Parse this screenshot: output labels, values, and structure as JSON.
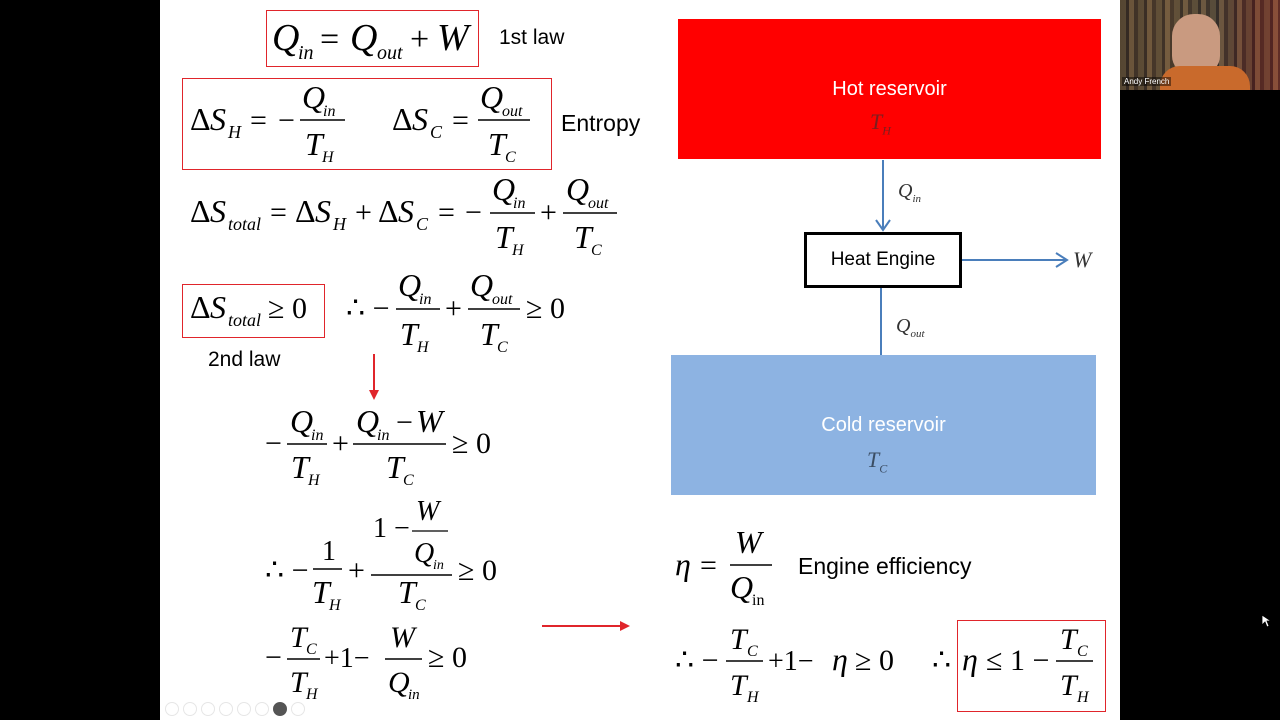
{
  "slide": {
    "first_law_label": "1st law",
    "second_law_label": "2nd law",
    "entropy_label": "Entropy",
    "efficiency_label": "Engine efficiency"
  },
  "diagram": {
    "hot_title": "Hot reservoir",
    "hot_temp": "T",
    "hot_temp_sub": "H",
    "cold_title": "Cold reservoir",
    "cold_temp": "T",
    "cold_temp_sub": "C",
    "engine_label": "Heat Engine",
    "q_in": "Q",
    "q_in_sub": "in",
    "q_out": "Q",
    "q_out_sub": "out",
    "work": "W"
  },
  "webcam": {
    "name": "Andy French"
  },
  "colors": {
    "hot_reservoir": "#ff0000",
    "cold_reservoir": "#8db3e2",
    "arrow_blue": "#4a7ebb",
    "box_red": "#e0252b"
  }
}
